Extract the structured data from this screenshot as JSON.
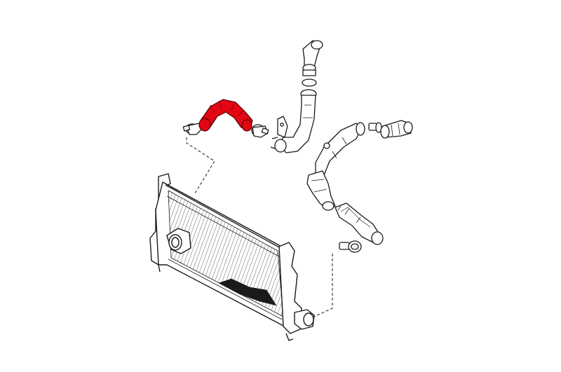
{
  "diagram": {
    "background_color": "#ffffff",
    "line_color": "#1a1a1a",
    "highlight_color": "#e30613",
    "leader_line_style": "dashed",
    "parts": [
      {
        "id": "intercooler",
        "highlighted": false
      },
      {
        "id": "highlighted-hose",
        "highlighted": true
      },
      {
        "id": "left-clamp",
        "highlighted": false
      },
      {
        "id": "middle-clamp",
        "highlighted": false
      },
      {
        "id": "upper-elbow-hose",
        "highlighted": false
      },
      {
        "id": "vertical-metal-pipe",
        "highlighted": false
      },
      {
        "id": "right-upper-pipe",
        "highlighted": false
      },
      {
        "id": "short-right-hose",
        "highlighted": false
      },
      {
        "id": "lower-hose",
        "highlighted": false
      },
      {
        "id": "lower-clamp",
        "highlighted": false
      }
    ]
  }
}
